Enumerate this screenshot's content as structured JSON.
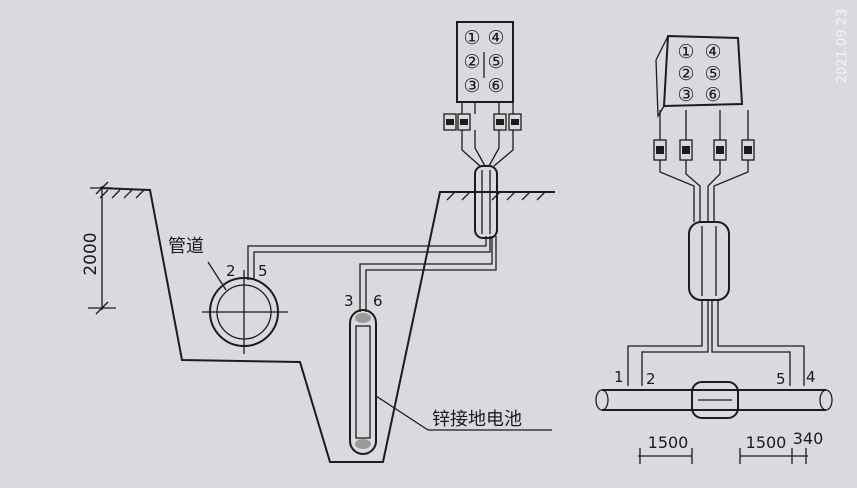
{
  "watermark": "2021.09.23",
  "left_view": {
    "depth_dim": "2000",
    "pipe_label": "管道",
    "pipe_wire_labels": [
      "2",
      "5"
    ],
    "anode_wire_labels": [
      "3",
      "6"
    ],
    "anode_label": "锌接地电池",
    "terminal_numbers": [
      "①",
      "④",
      "②",
      "⑤",
      "③",
      "⑥"
    ]
  },
  "right_view": {
    "terminal_numbers": [
      "①",
      "④",
      "②",
      "⑤",
      "③",
      "⑥"
    ],
    "wire_labels": [
      "1",
      "2",
      "5",
      "4"
    ],
    "dims": [
      "1500",
      "1500",
      "340"
    ]
  }
}
